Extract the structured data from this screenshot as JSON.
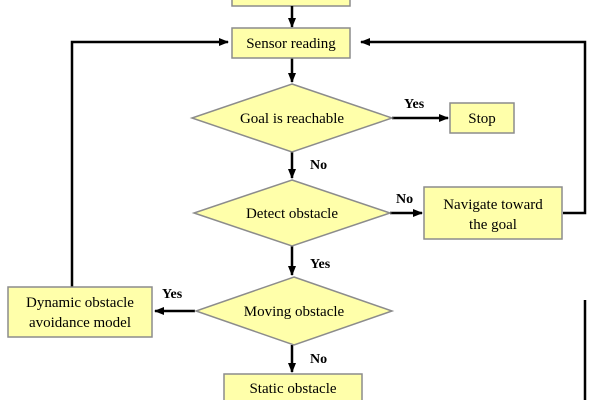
{
  "colors": {
    "node_fill": "#ffffaa",
    "node_stroke": "#8c8c8c",
    "edge": "#000000",
    "background": "#ffffff"
  },
  "nodes": {
    "sensor_reading": "Sensor reading",
    "goal_reachable": "Goal is reachable",
    "stop": "Stop",
    "detect_obstacle": "Detect obstacle",
    "navigate": {
      "line1": "Navigate toward",
      "line2": "the goal"
    },
    "moving_obstacle": "Moving obstacle",
    "dynamic_model": {
      "line1": "Dynamic obstacle",
      "line2": "avoidance model"
    },
    "static_obstacle": "Static obstacle"
  },
  "edges": {
    "goal_yes": "Yes",
    "goal_no": "No",
    "detect_no": "No",
    "detect_yes": "Yes",
    "moving_yes": "Yes",
    "moving_no": "No"
  }
}
